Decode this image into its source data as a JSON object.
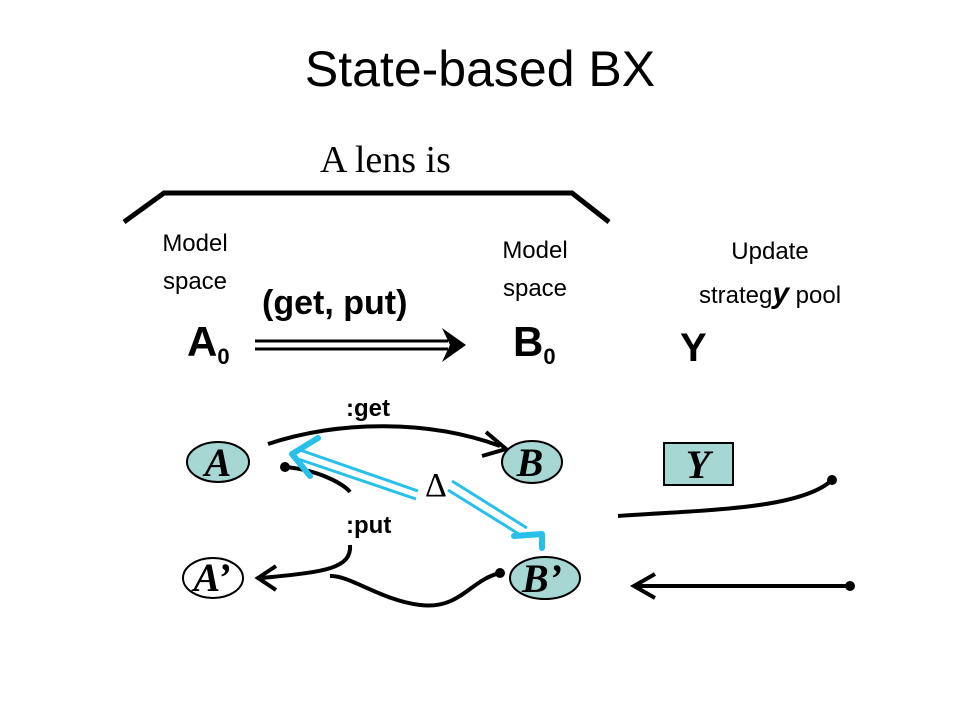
{
  "title": "State-based BX",
  "lens_heading": "A lens is",
  "model_space_left": {
    "line1": "Model",
    "line2": "space"
  },
  "model_space_right": {
    "line1": "Model",
    "line2": "space"
  },
  "update_strategy": {
    "line1": "Update",
    "line2_pre": "strateg",
    "line2_y": "y",
    "line2_post": " pool"
  },
  "symbols": {
    "a": "A",
    "b": "B",
    "zero": "0",
    "y": "Y"
  },
  "lens_label": "(get, put)",
  "get_label": ":get",
  "put_label": ":put",
  "delta_label": "Δ",
  "nodes": {
    "a": "A",
    "b": "B",
    "a_prime": "A’",
    "b_prime": "B’",
    "y": "Y"
  },
  "colors": {
    "node_fill": "#a6d7d3",
    "delta_arrow": "#26c0ea",
    "ink": "#000000"
  }
}
